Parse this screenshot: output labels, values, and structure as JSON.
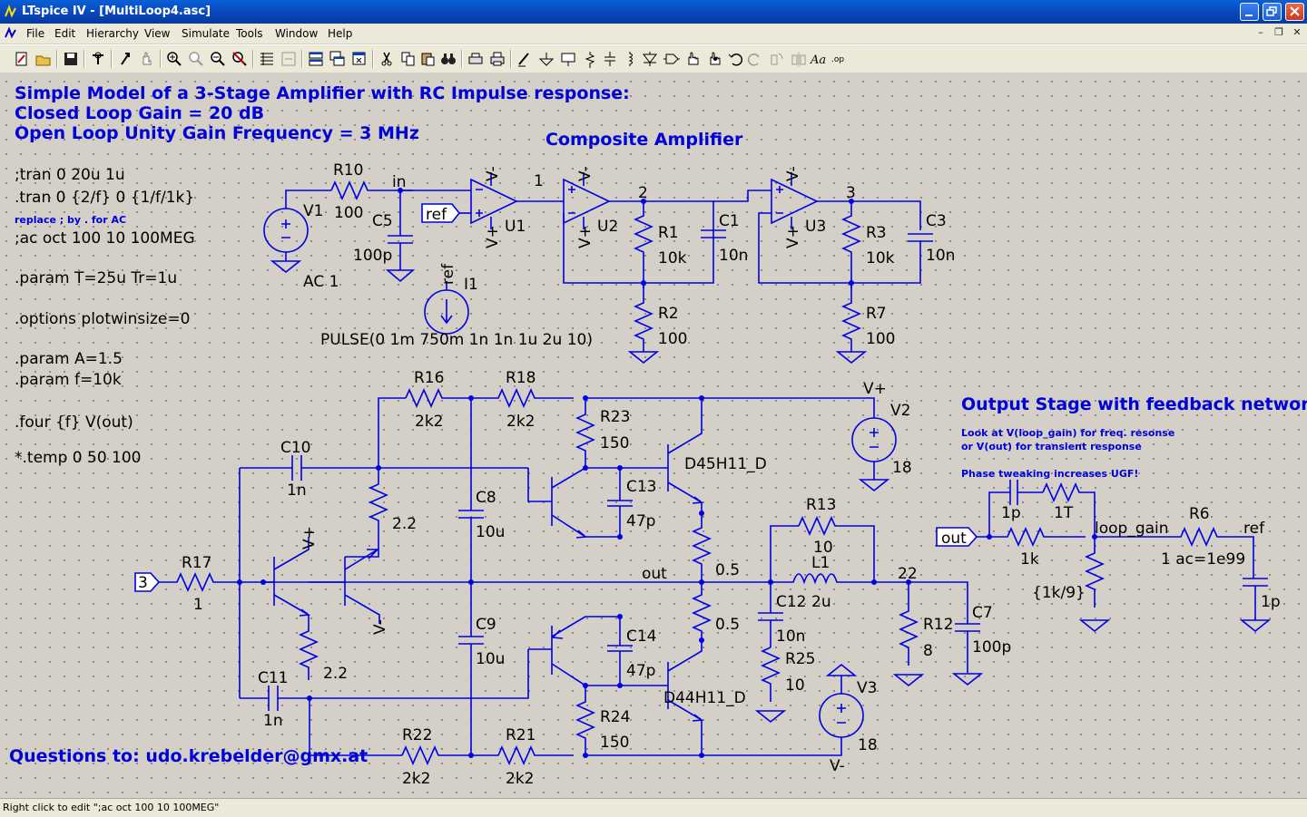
{
  "window": {
    "title": "LTspice IV - [MultiLoop4.asc]"
  },
  "menu": [
    "File",
    "Edit",
    "Hierarchy",
    "View",
    "Simulate",
    "Tools",
    "Window",
    "Help"
  ],
  "toolbar_icons": [
    "new-schematic-icon",
    "open-icon",
    "save-icon",
    "control-panel-icon",
    "run-icon",
    "halt-icon",
    "zoom-in-icon",
    "zoom-pan-icon",
    "zoom-out-icon",
    "zoom-cancel-icon",
    "autorange-icon",
    "zoom-extents-icon",
    "tile-icon",
    "cascade-icon",
    "close-window-icon",
    "cut-icon",
    "copy-icon",
    "paste-icon",
    "find-icon",
    "print-setup-icon",
    "print-icon",
    "wire-icon",
    "ground-icon",
    "label-icon",
    "resistor-icon",
    "capacitor-icon",
    "inductor-icon",
    "diode-icon",
    "component-icon",
    "move-icon",
    "drag-icon",
    "undo-icon",
    "redo-icon",
    "rotate-icon",
    "mirror-icon",
    "text-icon",
    "spice-directive-icon"
  ],
  "comments": {
    "header_line1": "Simple Model of a 3-Stage Amplifier with RC Impulse response:",
    "header_line2": "Closed Loop Gain = 20 dB",
    "header_line3": "Open Loop Unity Gain Frequency = 3 MHz",
    "composite": "Composite Amplifier",
    "output_stage": "Output Stage with feedback network",
    "look_at_1": "Look at V(loop_gain) for freq. resonse",
    "look_at_2": "or V(out) for transient response",
    "phase_tweak": "Phase tweaking increases UGF!",
    "questions": "Questions to: udo.krebelder@gmx.at",
    "replace_note": "replace ; by . for AC"
  },
  "directives": {
    "tran1": ";tran 0 20u 1u",
    "tran2": ".tran 0 {2/f} 0 {1/f/1k}",
    "ac": ";ac oct 100 10 100MEG",
    "param_t": ".param T=25u Tr=1u",
    "options": ".options plotwinsize=0",
    "param_a": ".param A=1.5",
    "param_f": ".param f=10k",
    "four": ".four {f} V(out)",
    "temp": "*.temp 0 50 100"
  },
  "labels": {
    "R10": "R10",
    "R10v": "100",
    "V1": "V1",
    "AC1": "AC 1",
    "C5": "C5",
    "C5v": "100p",
    "in": "in",
    "ref": "ref",
    "U1": "U1",
    "U2": "U2",
    "U3": "U3",
    "n1": "1",
    "n2": "2",
    "n3": "3",
    "Vminus": "V-",
    "Vplus": "V+",
    "R1": "R1",
    "R1v": "10k",
    "C1": "C1",
    "C1v": "10n",
    "R3": "R3",
    "R3v": "10k",
    "C3": "C3",
    "C3v": "10n",
    "R2": "R2",
    "R2v": "100",
    "R7": "R7",
    "R7v": "100",
    "I1": "I1",
    "refI": "ref",
    "pulse": "PULSE(0 1m 750m 1n 1n 1u 2u 10)",
    "R16": "R16",
    "R16v": "2k2",
    "R18": "R18",
    "R18v": "2k2",
    "R23": "R23",
    "R23v": "150",
    "D45": "D45H11_D",
    "D44": "D44H11_D",
    "V2": "V2",
    "V2v": "18",
    "V3": "V3",
    "V3v": "18",
    "C10": "C10",
    "C10v": "1n",
    "C8": "C8",
    "C8v": "10u",
    "C13": "C13",
    "C13v": "47p",
    "C14": "C14",
    "C14v": "47p",
    "C9": "C9",
    "C9v": "10u",
    "C11": "C11",
    "C11v": "1n",
    "R17": "R17",
    "R17v": "1",
    "in3": "3",
    "r22a": "2.2",
    "r22b": "2.2",
    "r05a": "0.5",
    "r05b": "0.5",
    "out": "out",
    "R13": "R13",
    "R13v": "10",
    "L1": "L1",
    "L1v": "2u",
    "n22": "22",
    "C12": "C12",
    "C12v": "10n",
    "R25": "R25",
    "R25v": "10",
    "R12": "R12",
    "R12v": "8",
    "C7": "C7",
    "C7v": "100p",
    "R24": "R24",
    "R24v": "150",
    "R22": "R22",
    "R22v": "2k2",
    "R21": "R21",
    "R21v": "2k2",
    "outflag": "out",
    "p1": "1p",
    "T1": "1T",
    "k1": "1k",
    "loop_gain": "loop_gain",
    "R6": "R6",
    "R6v": "1 ac=1e99",
    "ref2": "ref",
    "k19": "{1k/9}",
    "p1b": "1p"
  },
  "status": "Right click to edit \";ac oct 100 10 100MEG\""
}
